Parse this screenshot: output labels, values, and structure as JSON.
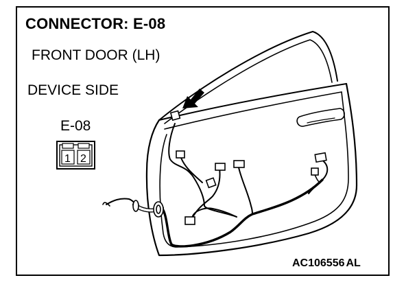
{
  "title": "CONNECTOR: E-08",
  "subtitle_location": "FRONT DOOR (LH)",
  "subtitle_side": "DEVICE SIDE",
  "connector": {
    "label": "E-08",
    "pins": [
      "1",
      "2"
    ]
  },
  "code": {
    "number": "AC106556",
    "suffix": "AL"
  },
  "colors": {
    "line": "#000000",
    "background": "#ffffff"
  }
}
